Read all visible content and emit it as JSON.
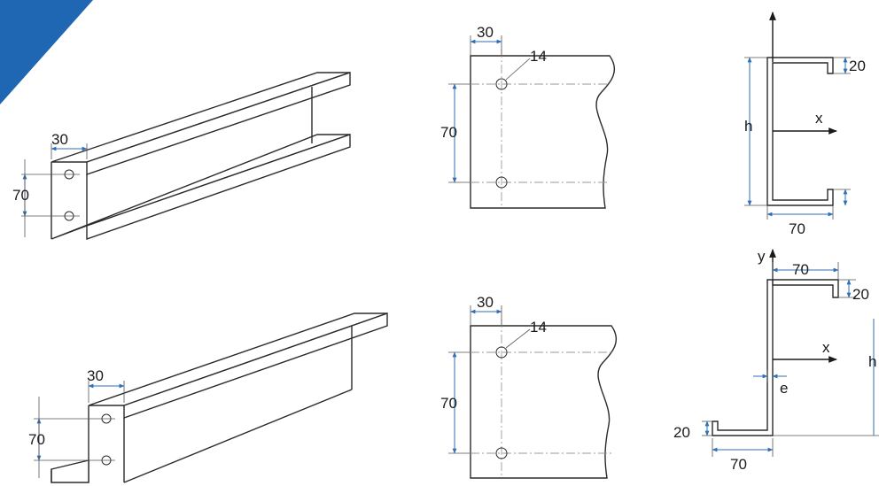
{
  "corner": {
    "color": "#1f66b3"
  },
  "colors": {
    "dimension": "#2f6fb5",
    "outline": "#2b2b2b",
    "centerline": "#9a9a9a"
  },
  "row1": {
    "iso": {
      "flange_width": "30",
      "hole_spacing": "70"
    },
    "plate": {
      "edge_distance": "30",
      "hole_diameter": "14",
      "hole_spacing": "70"
    },
    "section_c": {
      "lip": "20",
      "height_label": "h",
      "axis_x": "x",
      "width": "70"
    }
  },
  "row2": {
    "iso": {
      "flange_width": "30",
      "hole_spacing": "70"
    },
    "plate": {
      "edge_distance": "30",
      "hole_diameter": "14",
      "hole_spacing": "70"
    },
    "section_z": {
      "axis_y": "y",
      "top_width": "70",
      "top_lip": "20",
      "axis_x": "x",
      "offset": "e",
      "height_label": "h",
      "bottom_lip": "20",
      "bottom_width": "70"
    }
  }
}
